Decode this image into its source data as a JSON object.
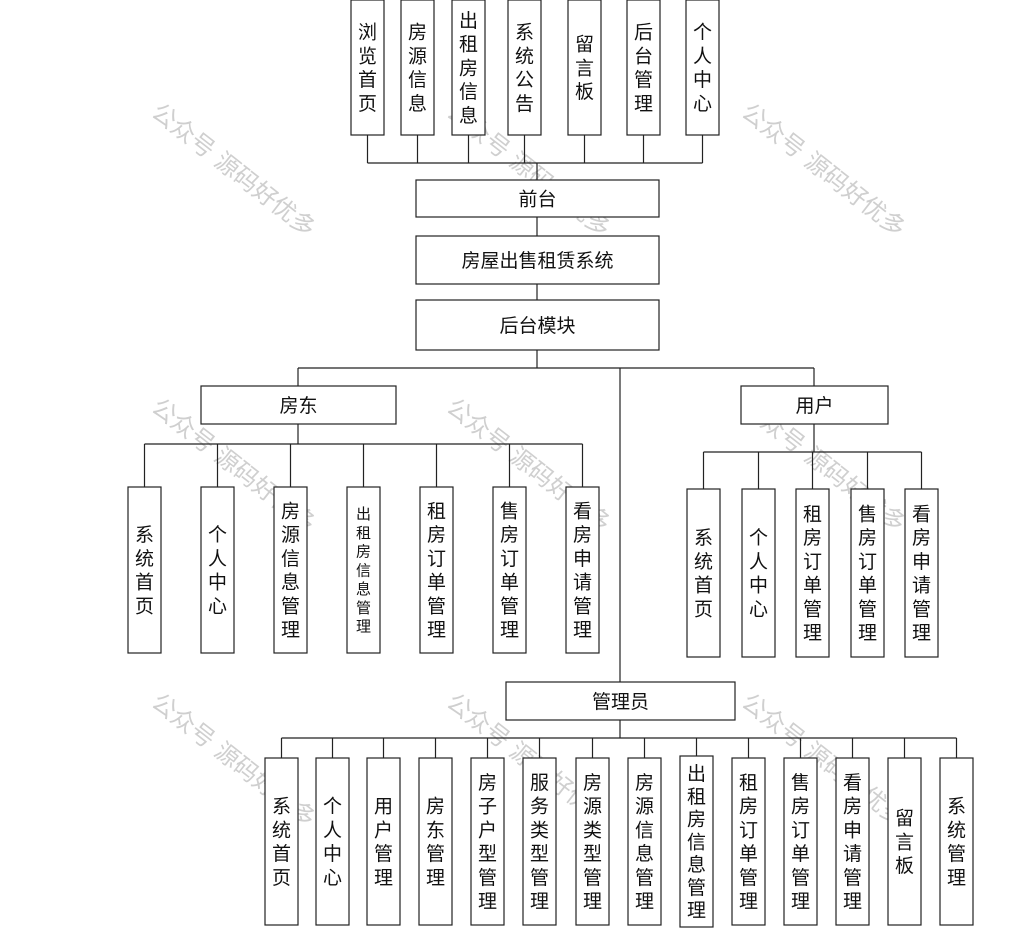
{
  "watermark": "公众号 源码好优多",
  "front": {
    "items": [
      "浏览首页",
      "房源信息",
      "出租房信息",
      "系统公告",
      "留言板",
      "后台管理",
      "个人中心"
    ],
    "label": "前台"
  },
  "system": {
    "label": "房屋出售租赁系统"
  },
  "backend": {
    "label": "后台模块"
  },
  "landlord": {
    "label": "房东",
    "items": [
      "系统首页",
      "个人中心",
      "房源信息管理",
      "出租房信息管理",
      "租房订单管理",
      "售房订单管理",
      "看房申请管理"
    ]
  },
  "user": {
    "label": "用户",
    "items": [
      "系统首页",
      "个人中心",
      "租房订单管理",
      "售房订单管理",
      "看房申请管理"
    ]
  },
  "admin": {
    "label": "管理员",
    "items": [
      "系统首页",
      "个人中心",
      "用户管理",
      "房东管理",
      "房子户型管理",
      "服务类型管理",
      "房源类型管理",
      "房源信息管理",
      "出租房信息管理",
      "租房订单管理",
      "售房订单管理",
      "看房申请管理",
      "留言板",
      "系统管理"
    ]
  }
}
